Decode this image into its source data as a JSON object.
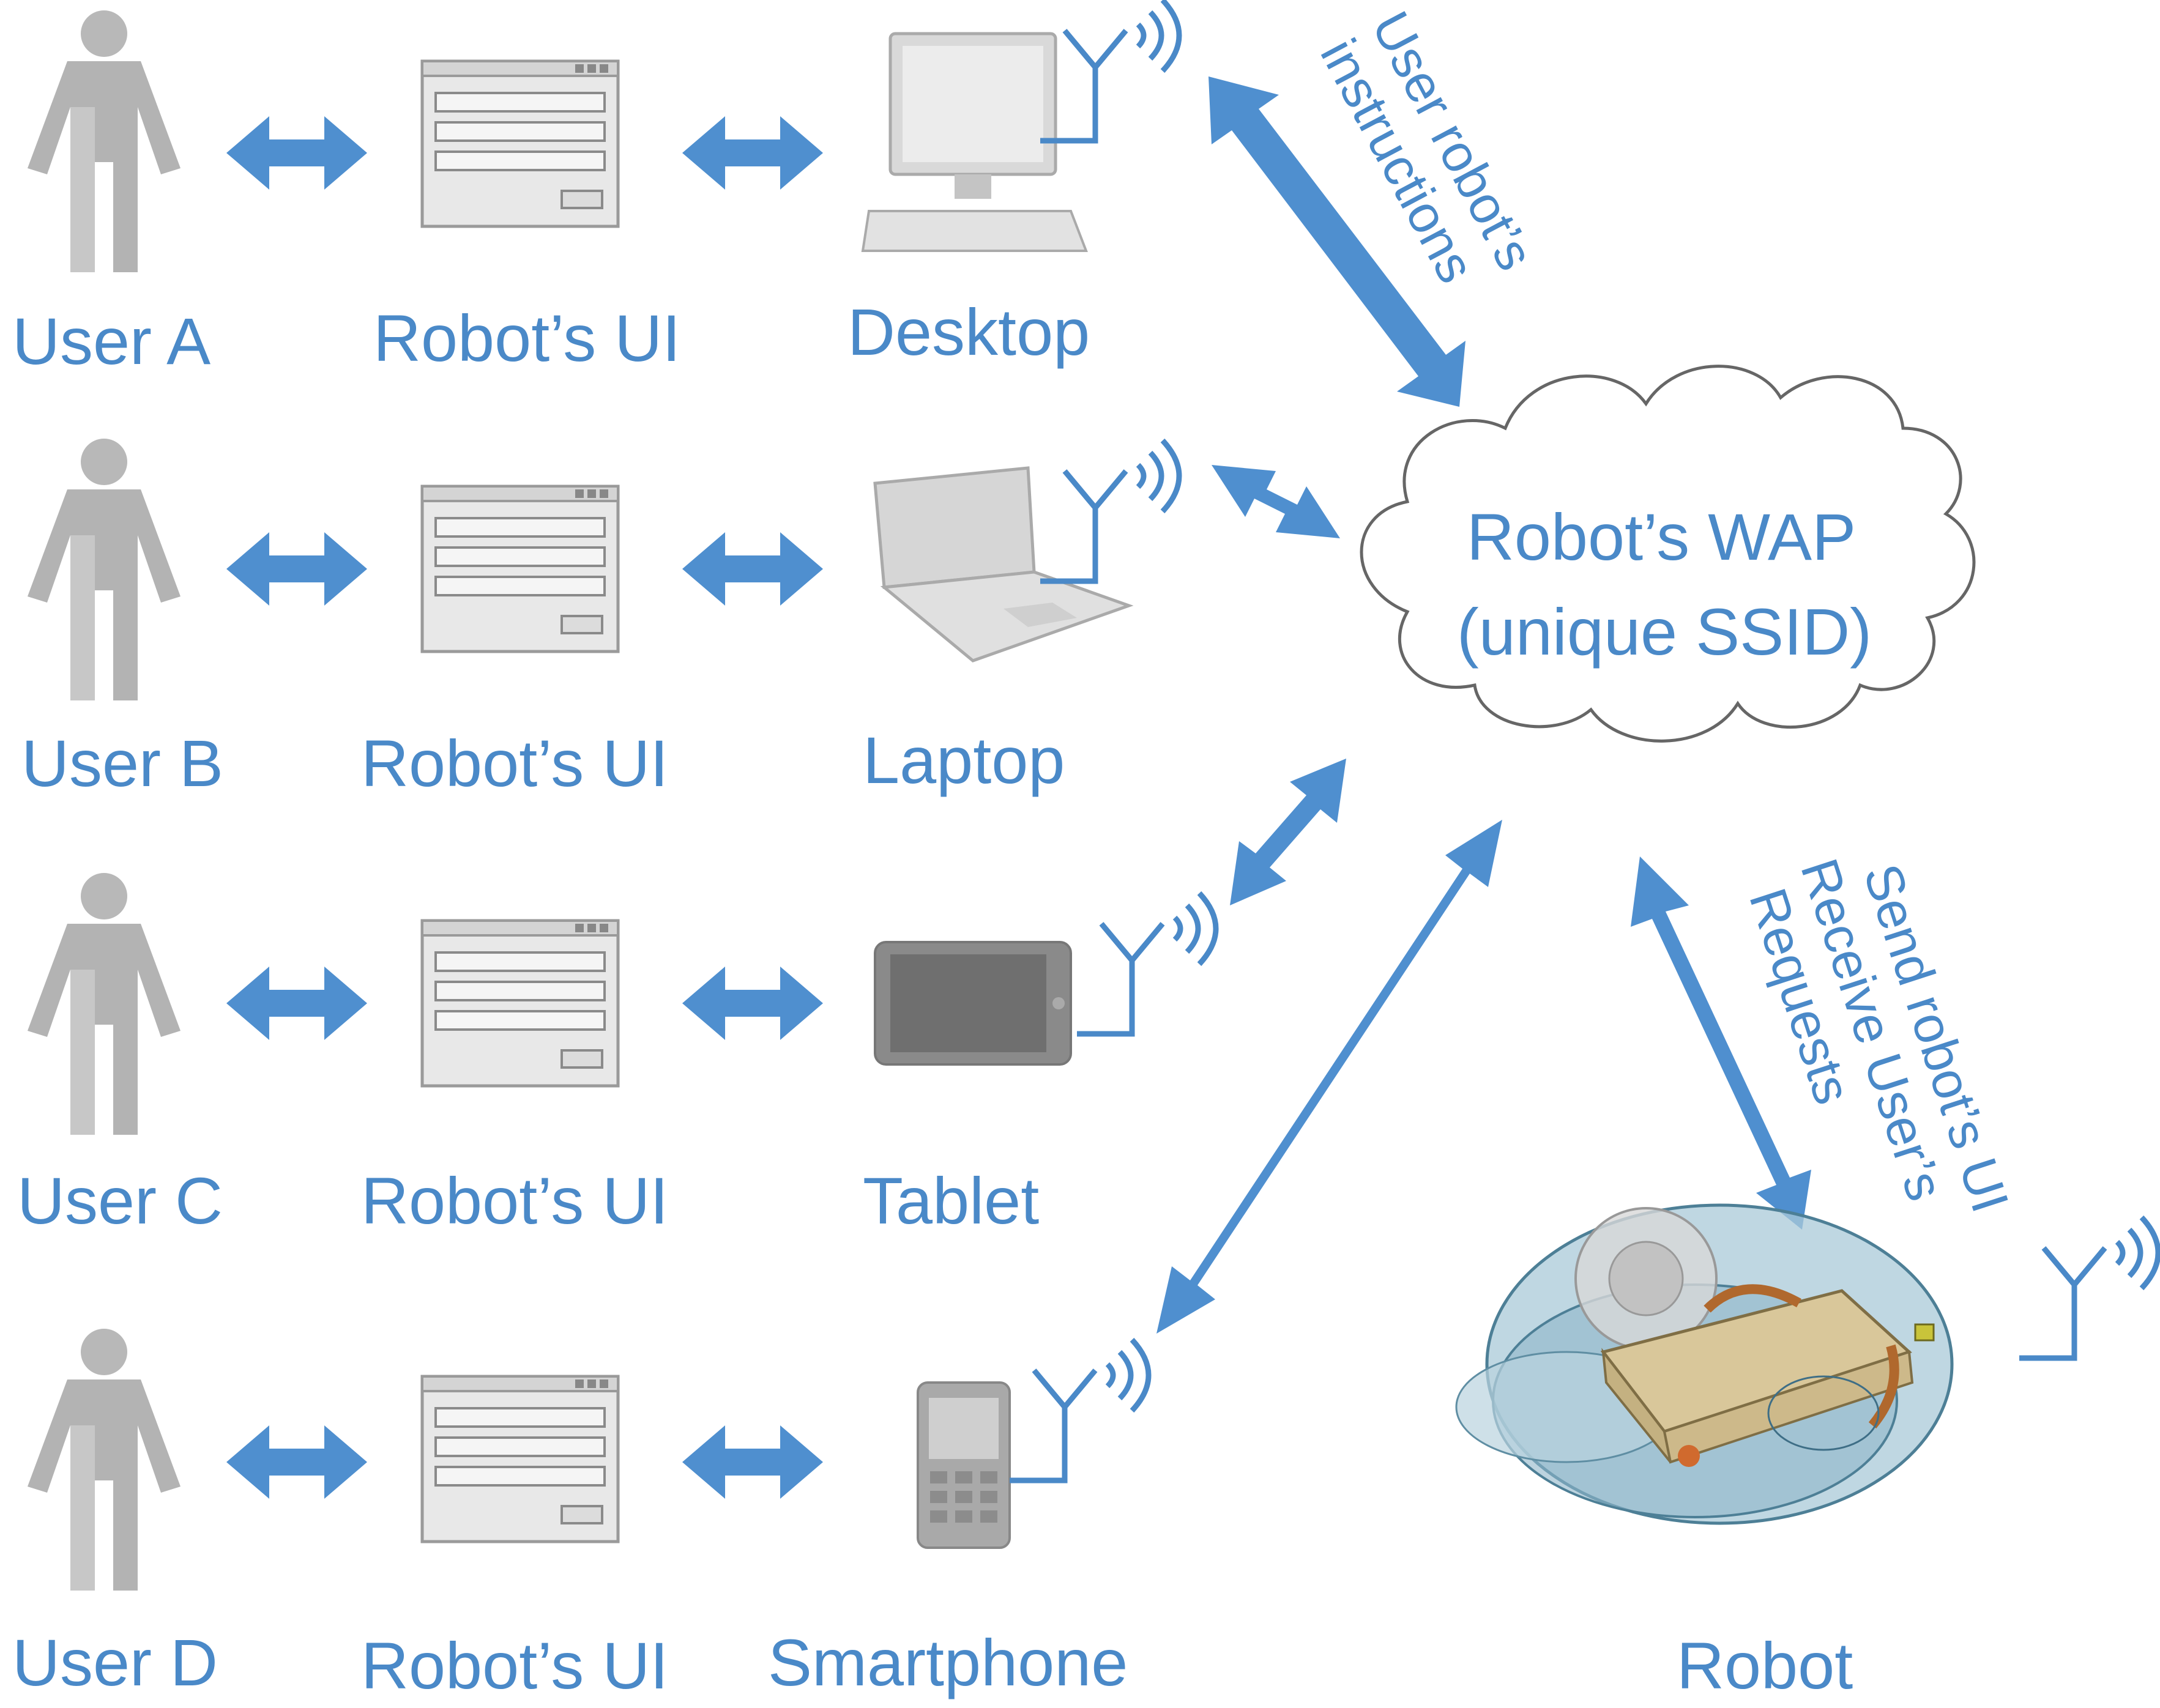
{
  "users": [
    {
      "label": "User A",
      "ui_label": "Robot’s UI",
      "device_label": "Desktop"
    },
    {
      "label": "User B",
      "ui_label": "Robot’s UI",
      "device_label": "Laptop"
    },
    {
      "label": "User C",
      "ui_label": "Robot’s UI",
      "device_label": "Tablet"
    },
    {
      "label": "User D",
      "ui_label": "Robot’s UI",
      "device_label": "Smartphone"
    }
  ],
  "cloud": {
    "line1": "Robot’s WAP",
    "line2": "(unique SSID)"
  },
  "instructions_label": {
    "line1": "User robot’s",
    "line2": "instructions"
  },
  "robot_link_label": {
    "line1": "Send robot’s UI",
    "line2": "Receive User’s",
    "line3": "Requests"
  },
  "robot": {
    "label": "Robot"
  },
  "colors": {
    "accent": "#4a89c8",
    "arrow": "#4f8fcf",
    "figure": "#b3b3b3",
    "device": "#c8c8c8",
    "text": "#4a89c8"
  }
}
